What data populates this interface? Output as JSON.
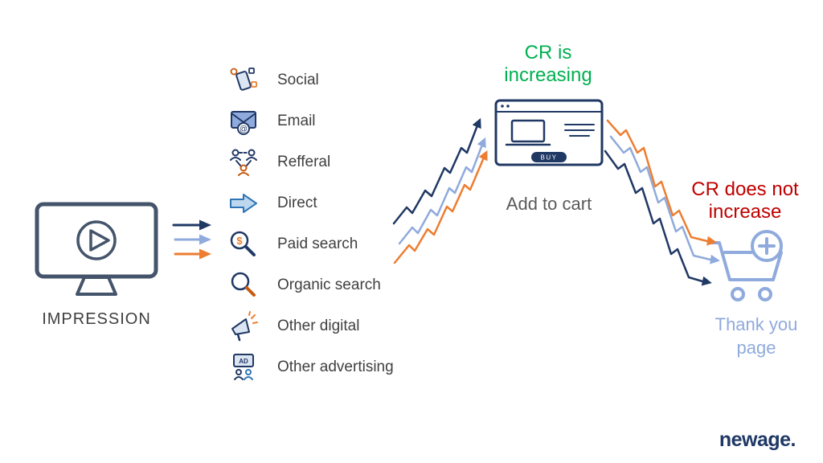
{
  "colors": {
    "navy": "#203864",
    "blue": "#8faadc",
    "orange": "#ed7d31",
    "green": "#00b050",
    "red": "#c00000",
    "outline": "#44546a",
    "text": "#3f3f3f",
    "gray": "#595959"
  },
  "impression": {
    "label": "IMPRESSION"
  },
  "channels": [
    {
      "label": "Social"
    },
    {
      "label": "Email"
    },
    {
      "label": "Refferal"
    },
    {
      "label": "Direct"
    },
    {
      "label": "Paid search"
    },
    {
      "label": "Organic search"
    },
    {
      "label": "Other digital"
    },
    {
      "label": "Other advertising"
    }
  ],
  "cart_step": {
    "status": "CR is increasing",
    "label": "Add to cart",
    "buy_label": "BUY"
  },
  "thank_you_step": {
    "status": "CR does not increase",
    "label": "Thank you page"
  },
  "icon_glyphs": {
    "at": "@",
    "ad": "AD",
    "dollar": "$"
  },
  "logo": {
    "text": "newage."
  }
}
